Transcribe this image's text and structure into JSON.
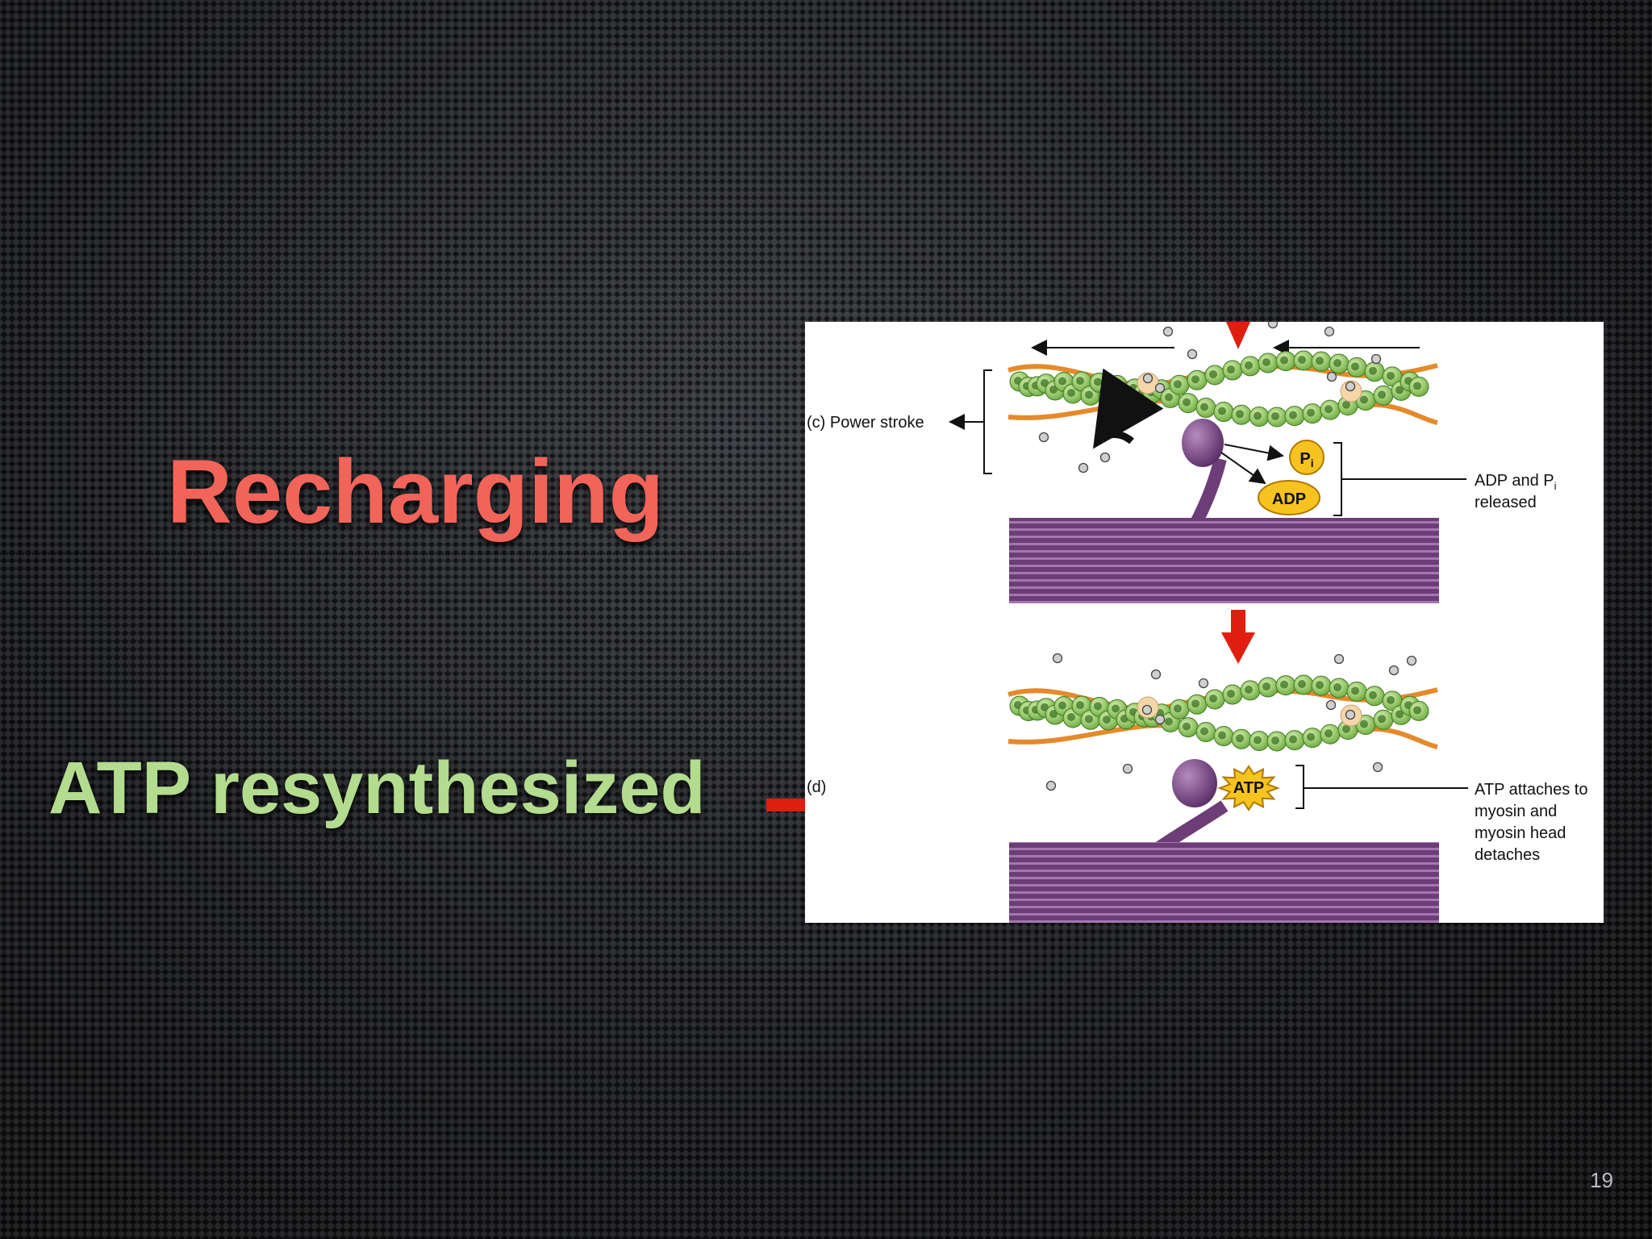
{
  "slide": {
    "title": "Recharging",
    "subtitle": "ATP resynthesized",
    "page_number": "19",
    "colors": {
      "title": "#f0645a",
      "subtitle": "#b3dc8e",
      "arrow": "#e01e10",
      "background": "#1b1c1f"
    }
  },
  "figure": {
    "panel_c": {
      "label": "(c) Power stroke",
      "pi_label": "Pi",
      "pi_base": "P",
      "pi_sub": "i",
      "adp_label": "ADP",
      "note_line1_base": "ADP and P",
      "note_line1_sub": "i",
      "note_line2": "released"
    },
    "panel_d": {
      "label": "(d)",
      "atp_label": "ATP",
      "note_lines": [
        "ATP attaches to",
        "myosin and",
        "myosin head",
        "detaches"
      ]
    }
  }
}
